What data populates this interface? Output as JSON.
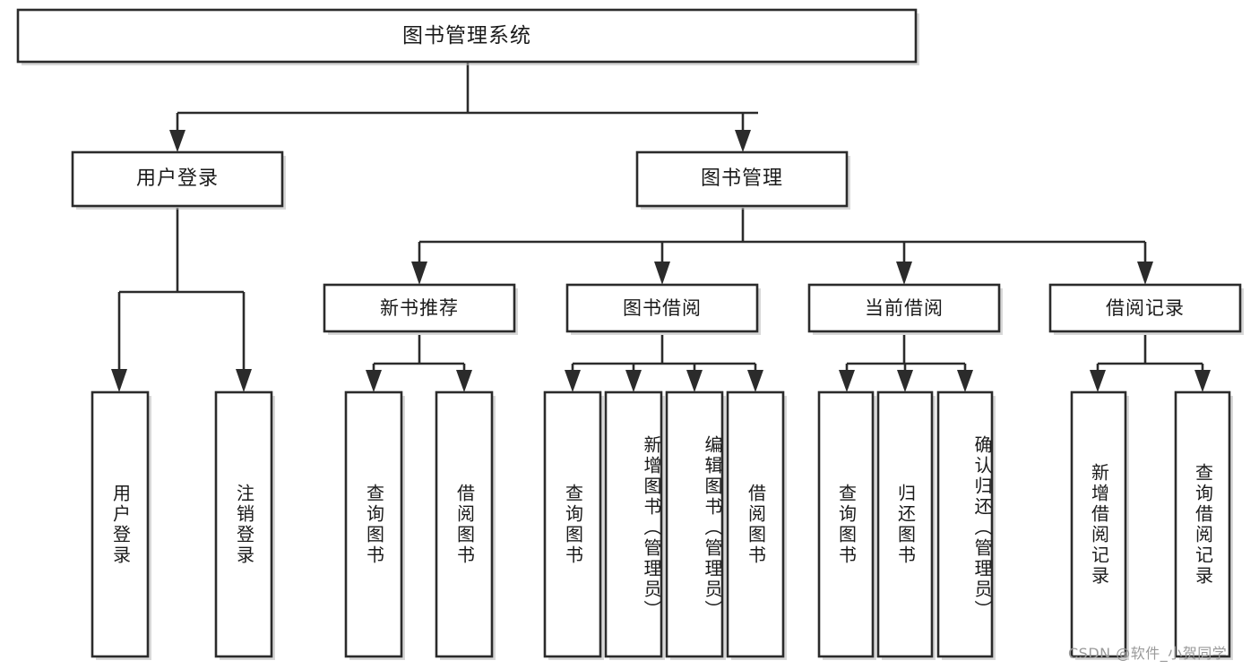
{
  "diagram": {
    "type": "tree",
    "title": "图书管理系统",
    "root": {
      "id": "root",
      "label": "图书管理系统",
      "orientation": "horizontal"
    },
    "level2": [
      {
        "id": "user-login",
        "label": "用户登录",
        "orientation": "horizontal"
      },
      {
        "id": "book-management",
        "label": "图书管理",
        "orientation": "horizontal"
      }
    ],
    "level3": [
      {
        "id": "new-book-recommend",
        "label": "新书推荐",
        "orientation": "horizontal",
        "parent": "book-management"
      },
      {
        "id": "book-borrow",
        "label": "图书借阅",
        "orientation": "horizontal",
        "parent": "book-management"
      },
      {
        "id": "current-borrow",
        "label": "当前借阅",
        "orientation": "horizontal",
        "parent": "book-management"
      },
      {
        "id": "borrow-record",
        "label": "借阅记录",
        "orientation": "horizontal",
        "parent": "book-management"
      }
    ],
    "leaves": [
      {
        "id": "leaf-user-login",
        "label": "用户登录",
        "orientation": "vertical",
        "parent": "user-login"
      },
      {
        "id": "leaf-logout-login",
        "label": "注销登录",
        "orientation": "vertical",
        "parent": "user-login"
      },
      {
        "id": "leaf-query-book-1",
        "label": "查询图书",
        "orientation": "vertical",
        "parent": "new-book-recommend"
      },
      {
        "id": "leaf-borrow-book-1",
        "label": "借阅图书",
        "orientation": "vertical",
        "parent": "new-book-recommend"
      },
      {
        "id": "leaf-query-book-2",
        "label": "查询图书",
        "orientation": "vertical",
        "parent": "book-borrow"
      },
      {
        "id": "leaf-add-book",
        "label": "新增图书（管理员）",
        "orientation": "vertical",
        "parent": "book-borrow"
      },
      {
        "id": "leaf-edit-book",
        "label": "编辑图书（管理员）",
        "orientation": "vertical",
        "parent": "book-borrow"
      },
      {
        "id": "leaf-borrow-book-2",
        "label": "借阅图书",
        "orientation": "vertical",
        "parent": "book-borrow"
      },
      {
        "id": "leaf-query-book-3",
        "label": "查询图书",
        "orientation": "vertical",
        "parent": "current-borrow"
      },
      {
        "id": "leaf-return-book",
        "label": "归还图书",
        "orientation": "vertical",
        "parent": "current-borrow"
      },
      {
        "id": "leaf-confirm-return",
        "label": "确认归还（管理员）",
        "orientation": "vertical",
        "parent": "current-borrow"
      },
      {
        "id": "leaf-add-record",
        "label": "新增借阅记录",
        "orientation": "vertical",
        "parent": "borrow-record"
      },
      {
        "id": "leaf-query-record",
        "label": "查询借阅记录",
        "orientation": "vertical",
        "parent": "borrow-record"
      }
    ],
    "watermark": "CSDN @软件_小贺同学",
    "colors": {
      "box_stroke": "#2b2b2b",
      "box_fill": "#ffffff",
      "link": "#2b2b2b",
      "text": "#1a1a1a",
      "watermark": "#9a9a9a",
      "background": "#ffffff"
    }
  }
}
